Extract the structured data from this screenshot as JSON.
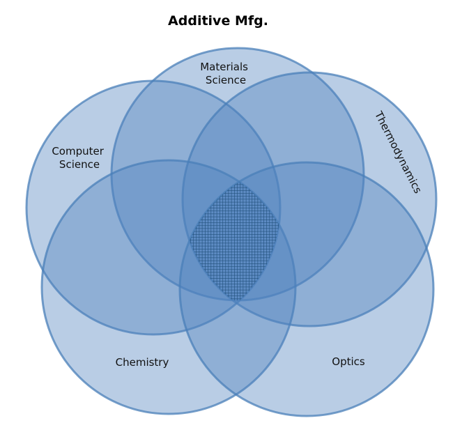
{
  "title": "Additive Mfg.",
  "sets": [
    {
      "id": "materials",
      "label_lines": [
        "Materials",
        "Science"
      ]
    },
    {
      "id": "computer",
      "label_lines": [
        "Computer",
        "Science"
      ]
    },
    {
      "id": "thermo",
      "label_lines": [
        "Thermodynamics"
      ]
    },
    {
      "id": "chemistry",
      "label_lines": [
        "Chemistry"
      ]
    },
    {
      "id": "optics",
      "label_lines": [
        "Optics"
      ]
    }
  ],
  "colors": {
    "fill": "#4f81bd",
    "stroke": "#4a7fb8",
    "hatch": "#1f4e79"
  }
}
